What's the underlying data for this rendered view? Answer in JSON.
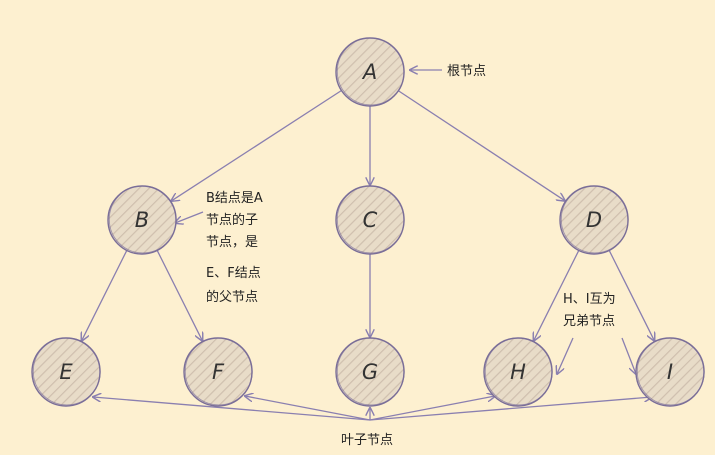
{
  "nodes": [
    {
      "id": "A",
      "label": "A"
    },
    {
      "id": "B",
      "label": "B"
    },
    {
      "id": "C",
      "label": "C"
    },
    {
      "id": "D",
      "label": "D"
    },
    {
      "id": "E",
      "label": "E"
    },
    {
      "id": "F",
      "label": "F"
    },
    {
      "id": "G",
      "label": "G"
    },
    {
      "id": "H",
      "label": "H"
    },
    {
      "id": "I",
      "label": "I"
    }
  ],
  "edges": [
    [
      "A",
      "B"
    ],
    [
      "A",
      "C"
    ],
    [
      "A",
      "D"
    ],
    [
      "B",
      "E"
    ],
    [
      "B",
      "F"
    ],
    [
      "C",
      "G"
    ],
    [
      "D",
      "H"
    ],
    [
      "D",
      "I"
    ]
  ],
  "annotations": {
    "root": "根节点",
    "parent_child": [
      "B结点是A",
      "节点的子",
      "节点，是",
      "E、F结点",
      "的父节点"
    ],
    "sibling": [
      "H、I互为",
      "兄弟节点"
    ],
    "leaf": "叶子节点"
  },
  "colors": {
    "background": "#fdf0d0",
    "node_fill": "#e8dcc8",
    "hatch": "#c9b8a6",
    "stroke": "#7a6e98",
    "arrow": "#8a7fb0"
  }
}
